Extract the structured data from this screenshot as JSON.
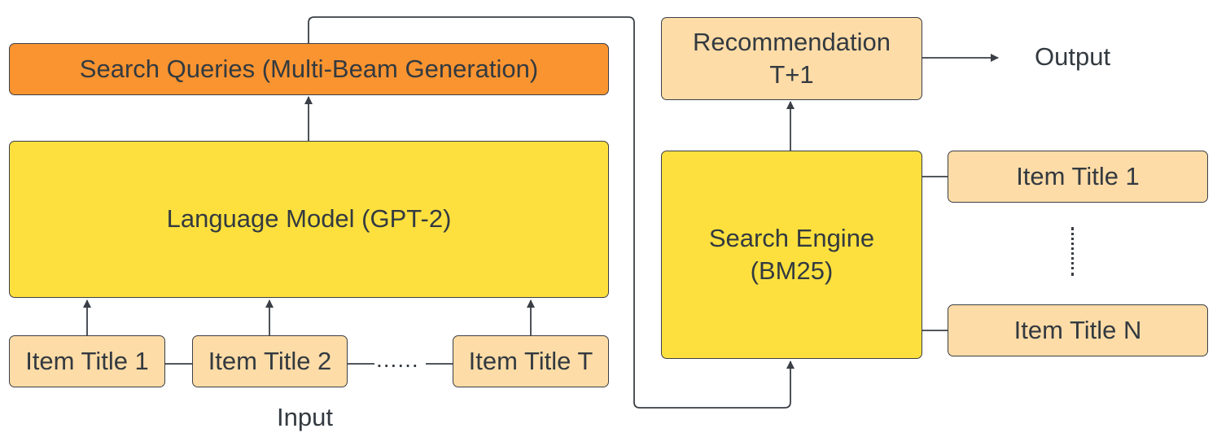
{
  "nodes": {
    "search_queries": "Search Queries (Multi-Beam Generation)",
    "language_model": "Language Model (GPT-2)",
    "input_items": [
      "Item Title 1",
      "Item Title 2",
      "Item Title T"
    ],
    "input_ellipsis": "......",
    "input_label": "Input",
    "recommendation": {
      "line1": "Recommendation",
      "line2": "T+1"
    },
    "output_label": "Output",
    "search_engine": {
      "line1": "Search Engine",
      "line2": "(BM25)"
    },
    "corpus_items": [
      "Item Title 1",
      "Item Title N"
    ]
  },
  "colors": {
    "orange": "#fa9430",
    "yellow": "#fde03e",
    "peach": "#fedca7",
    "stroke": "#3a3f46"
  }
}
